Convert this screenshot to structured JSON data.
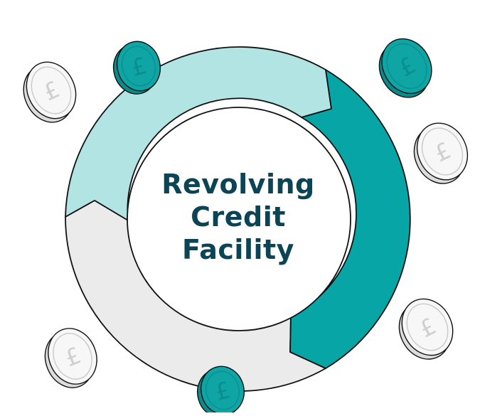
{
  "title": {
    "line1": "Revolving",
    "line2": "Credit",
    "line3": "Facility"
  },
  "coin_symbol": "£",
  "colors": {
    "teal_dark": "#07a5a6",
    "teal_light": "#b2e4e4",
    "grey_light": "#ebebeb",
    "title_text": "#0b4454",
    "outline": "#111111",
    "coin_teal": "#10a5a5",
    "coin_white": "#f7f7f7"
  }
}
